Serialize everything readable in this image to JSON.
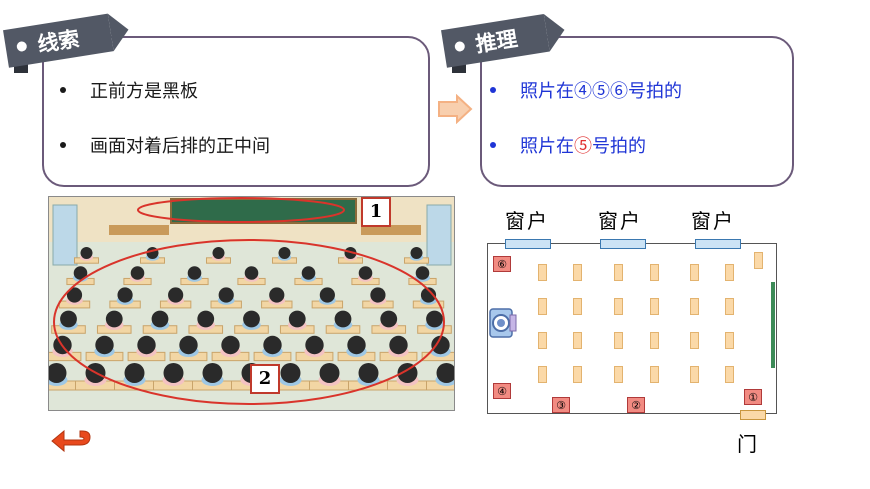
{
  "clues": {
    "tag": "线索",
    "items": [
      "正前方是黑板",
      "画面对着后排的正中间"
    ]
  },
  "reasoning": {
    "tag": "推理",
    "items": [
      "照片在④⑤⑥号拍的",
      "照片在⑤号拍的"
    ]
  },
  "image_labels": [
    "1",
    "2"
  ],
  "plan": {
    "window_label": "窗户",
    "door_label": "门",
    "positions": [
      "①",
      "②",
      "③",
      "④",
      "⑥"
    ]
  },
  "colors": {
    "clue_text": "#1a1a1a",
    "reason_text": "#1f35d6",
    "highlight": "#e03030",
    "tag_bg": "#525865",
    "arrow": "#f4b183"
  }
}
